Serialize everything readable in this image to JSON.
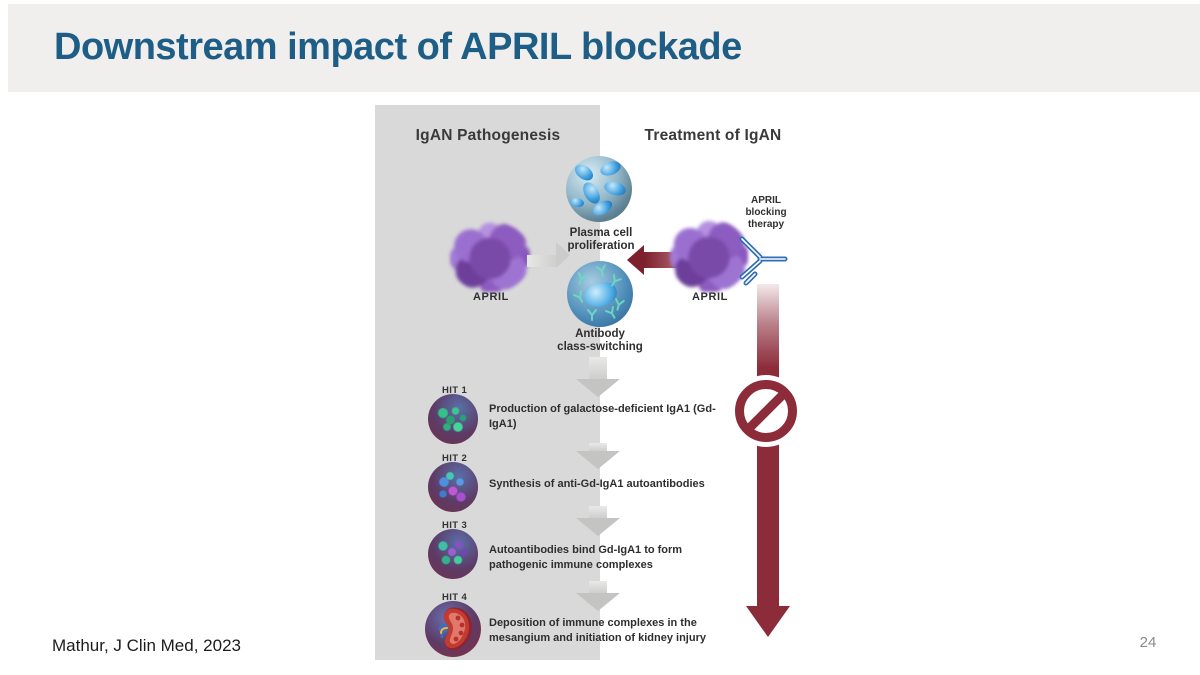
{
  "slide": {
    "title": "Downstream impact of APRIL blockade",
    "citation": "Mathur, J Clin Med, 2023",
    "page_number": "24"
  },
  "diagram": {
    "left_heading": "IgAN Pathogenesis",
    "right_heading": "Treatment of IgAN",
    "plasma_cell_label": "Plasma cell\nproliferation",
    "antibody_label": "Antibody\nclass-switching",
    "april_left_label": "APRIL",
    "april_right_label": "APRIL",
    "therapy_label": "APRIL\nblocking\ntherapy",
    "hits": [
      {
        "tag": "HIT 1",
        "text": "Production of galactose-deficient IgA1 (Gd-IgA1)"
      },
      {
        "tag": "HIT 2",
        "text": "Synthesis of anti-Gd-IgA1 autoantibodies"
      },
      {
        "tag": "HIT 3",
        "text": "Autoantibodies bind Gd-IgA1 to form pathogenic immune complexes"
      },
      {
        "tag": "HIT 4",
        "text": "Deposition of immune complexes in the mesangium and initiation of kidney injury"
      }
    ],
    "colors": {
      "title_teal": "#1E5E86",
      "blockade_maroon": "#8C2B3A",
      "panel_gray": "#D9D9DA"
    }
  }
}
